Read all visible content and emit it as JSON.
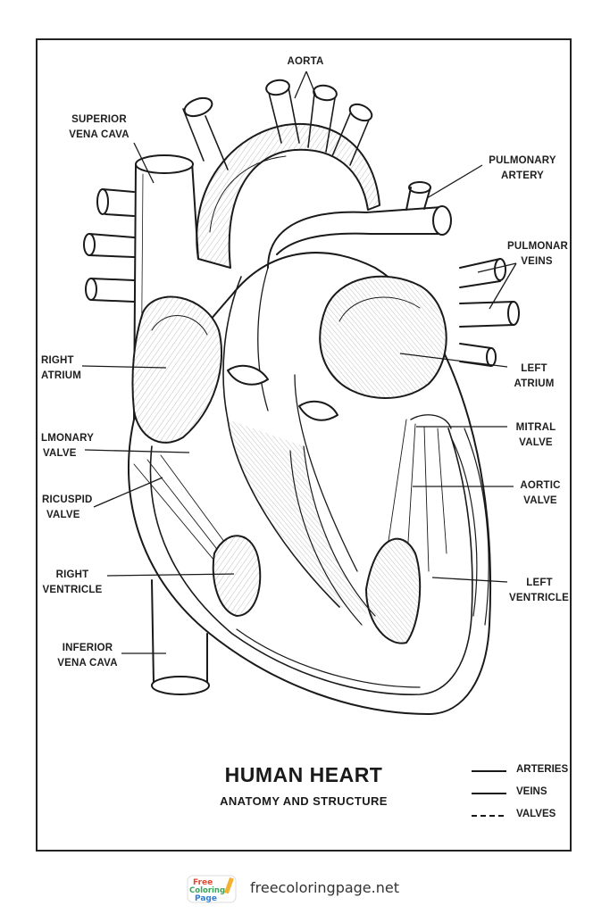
{
  "labels": {
    "aorta": "AORTA",
    "svc_1": "SUPERIOR",
    "svc_2": "VENA CAVA",
    "pa_1": "PULMONARY",
    "pa_2": "ARTERY",
    "pv_1": "PULMONAR",
    "pv_2": "VEINS",
    "ra_1": "RIGHT",
    "ra_2": "ATRIUM",
    "la_1": "LEFT",
    "la_2": "ATRIUM",
    "pulv_1": "LMONARY",
    "pulv_2": "VALVE",
    "mitral_1": "MITRAL",
    "mitral_2": "VALVE",
    "tric_1": "RICUSPID",
    "tric_2": "VALVE",
    "aortic_1": "AORTIC",
    "aortic_2": "VALVE",
    "rv_1": "RIGHT",
    "rv_2": "VENTRICLE",
    "lv_1": "LEFT",
    "lv_2": "VENTRICLE",
    "ivc_1": "INFERIOR",
    "ivc_2": "VENA CAVA"
  },
  "title": "HUMAN HEART",
  "subtitle": "ANATOMY AND STRUCTURE",
  "legend": [
    {
      "label": "ARTERIES",
      "style": "solid"
    },
    {
      "label": "VEINS",
      "style": "solid"
    },
    {
      "label": "VALVES",
      "style": "dashed"
    }
  ],
  "footer": {
    "logo_word_1": "Free",
    "logo_word_2": "Coloring",
    "logo_word_3": "Page",
    "site": "freecoloringpage.net"
  },
  "colors": {
    "ink": "#1a1a1a",
    "paper": "#ffffff",
    "logo_red": "#e8472f",
    "logo_green": "#3aa55a",
    "logo_blue": "#2f7fd6"
  }
}
